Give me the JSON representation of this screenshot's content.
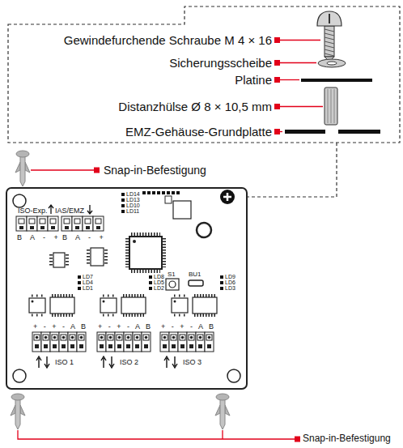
{
  "diagram": {
    "labels": [
      "Gewindefurchende Schraube M 4 × 16",
      "Sicherungsscheibe",
      "Platine",
      "Distanzhülse Ø 8 × 10,5 mm",
      "EMZ-Gehäuse-Grundplatte",
      "Snap-in-Befestigung",
      "ISO-Exp.",
      "IAS/EMZ",
      "B A - +",
      "B A - +",
      "LD14",
      "LD13",
      "LD10",
      "LD11",
      "S1",
      "BU1",
      "LD7",
      "LD4",
      "LD1",
      "LD8",
      "LD5",
      "LD2",
      "LD9",
      "LD6",
      "LD3",
      "+ - + - A B",
      "+ - + - A B",
      "+ - + - A B",
      "ISO 1",
      "ISO 2",
      "ISO 3",
      "Snap-in-Befestigung"
    ]
  }
}
